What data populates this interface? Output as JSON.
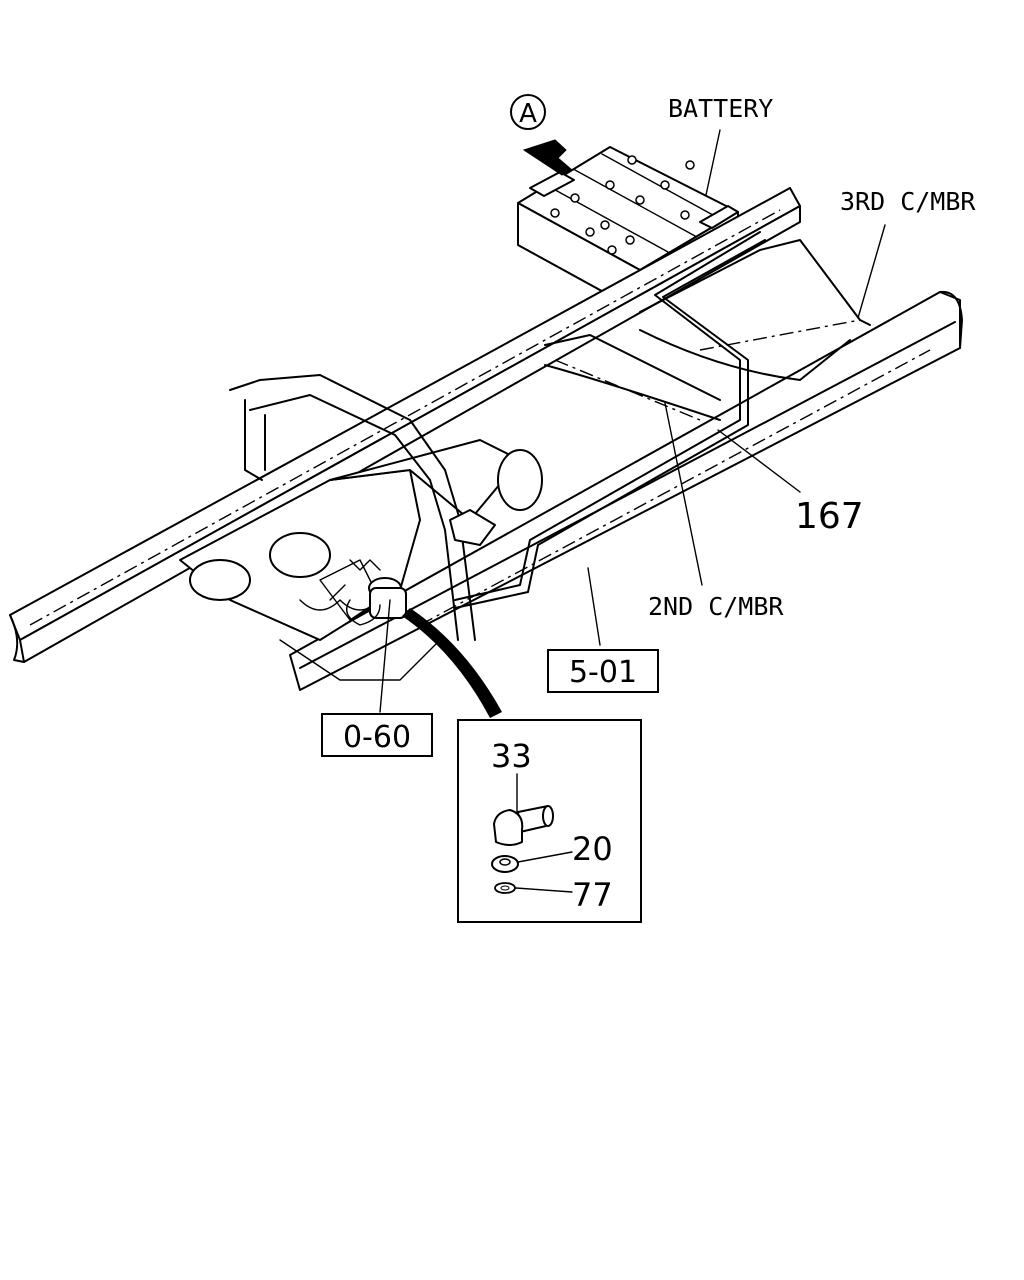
{
  "labels": {
    "view_marker": "A",
    "battery": "BATTERY",
    "third_cross_member": "3RD C/MBR",
    "second_cross_member": "2ND C/MBR",
    "part_167": "167",
    "ref_5_01": "5-01",
    "ref_0_60": "0-60",
    "part_33": "33",
    "part_20": "20",
    "part_77": "77"
  }
}
